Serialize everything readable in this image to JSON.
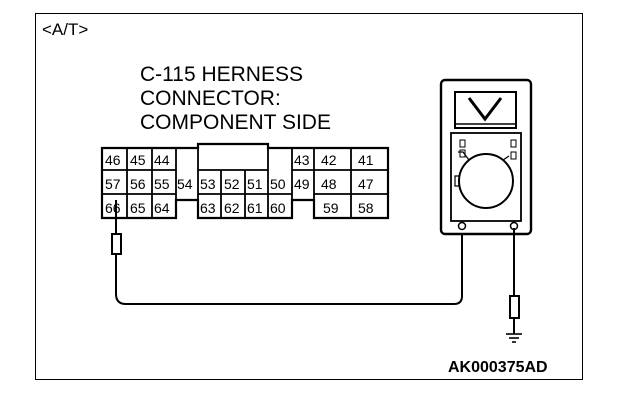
{
  "header_tag": "<A/T>",
  "title_lines": [
    "C-115 HERNESS",
    "CONNECTOR:",
    "COMPONENT SIDE"
  ],
  "figure_code": "AK000375AD",
  "connector": {
    "row1_left": [
      "46",
      "45",
      "44"
    ],
    "row1_right": [
      "43",
      "42",
      "41"
    ],
    "row2": [
      "57",
      "56",
      "55",
      "54",
      "53",
      "52",
      "51",
      "50",
      "49",
      "48",
      "47"
    ],
    "row3_left": [
      "66",
      "65",
      "64"
    ],
    "row3_center": [
      "63",
      "62",
      "61",
      "60"
    ],
    "row3_right": [
      "59",
      "58"
    ]
  },
  "probe_pin": "66"
}
